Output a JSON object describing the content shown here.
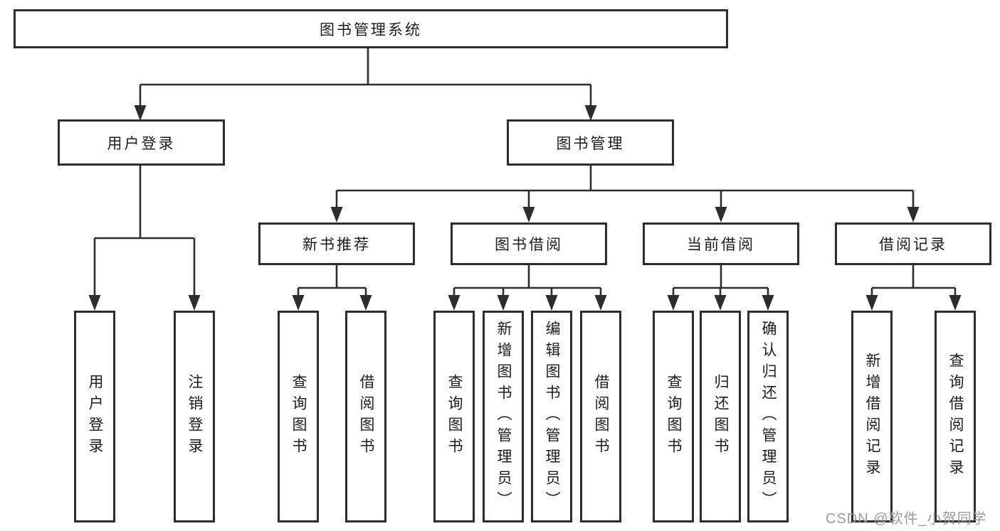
{
  "tree": {
    "root": "图书管理系统",
    "branches": [
      {
        "label": "用户登录",
        "children": [
          "用户登录",
          "注销登录"
        ]
      },
      {
        "label": "图书管理",
        "sections": [
          {
            "label": "新书推荐",
            "children": [
              "查询图书",
              "借阅图书"
            ]
          },
          {
            "label": "图书借阅",
            "children": [
              "查询图书",
              "新增图书（管理员）",
              "编辑图书（管理员）",
              "借阅图书"
            ]
          },
          {
            "label": "当前借阅",
            "children": [
              "查询图书",
              "归还图书",
              "确认归还（管理员）"
            ]
          },
          {
            "label": "借阅记录",
            "children": [
              "新增借阅记录",
              "查询借阅记录"
            ]
          }
        ]
      }
    ]
  },
  "watermark": "CSDN @软件_小贺同学",
  "colors": {
    "line": "#2d2d2d",
    "text": "#1c1c1c",
    "watermark": "#9b9b9b",
    "background": "#ffffff"
  }
}
